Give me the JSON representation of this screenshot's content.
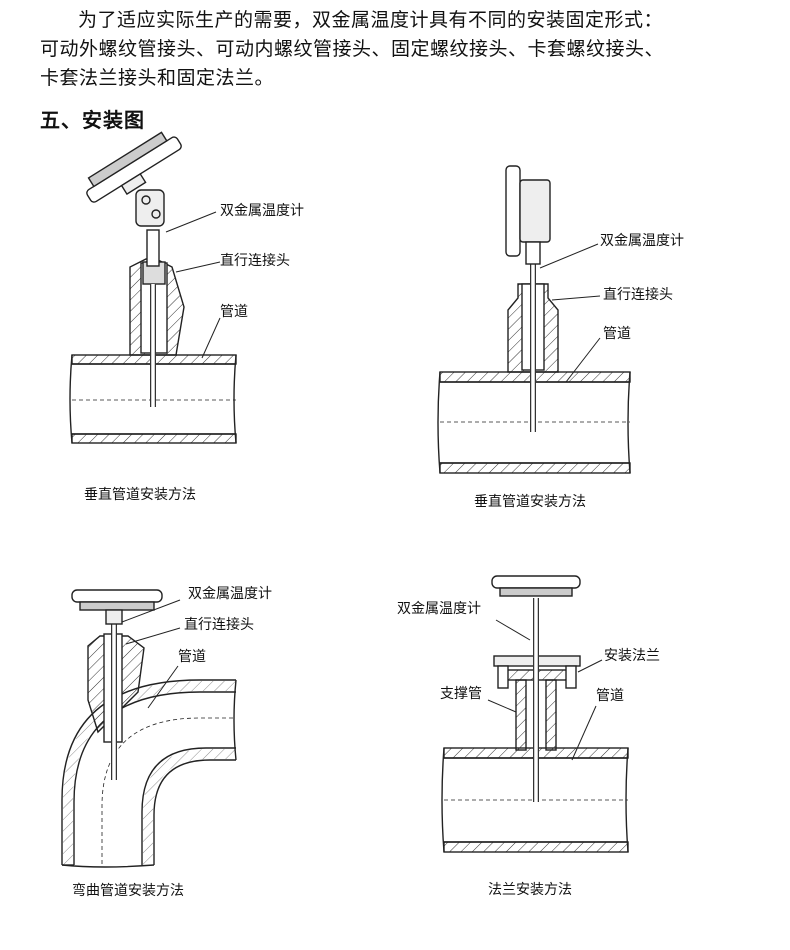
{
  "intro": {
    "line1": "为了适应实际生产的需要，双金属温度计具有不同的安装固定形式：",
    "line2": "可动外螺纹管接头、可动内螺纹管接头、固定螺纹接头、卡套螺纹接头、",
    "line3": "卡套法兰接头和固定法兰。"
  },
  "section_title": "五、安装图",
  "diagrams": {
    "d1": {
      "thermometer": "双金属温度计",
      "connector": "直行连接头",
      "pipe": "管道",
      "caption": "垂直管道安装方法"
    },
    "d2": {
      "thermometer": "双金属温度计",
      "connector": "直行连接头",
      "pipe": "管道",
      "caption": "垂直管道安装方法"
    },
    "d3": {
      "thermometer": "双金属温度计",
      "connector": "直行连接头",
      "pipe": "管道",
      "caption": "弯曲管道安装方法"
    },
    "d4": {
      "thermometer": "双金属温度计",
      "flange": "安装法兰",
      "support": "支撑管",
      "pipe": "管道",
      "caption": "法兰安装方法"
    }
  }
}
